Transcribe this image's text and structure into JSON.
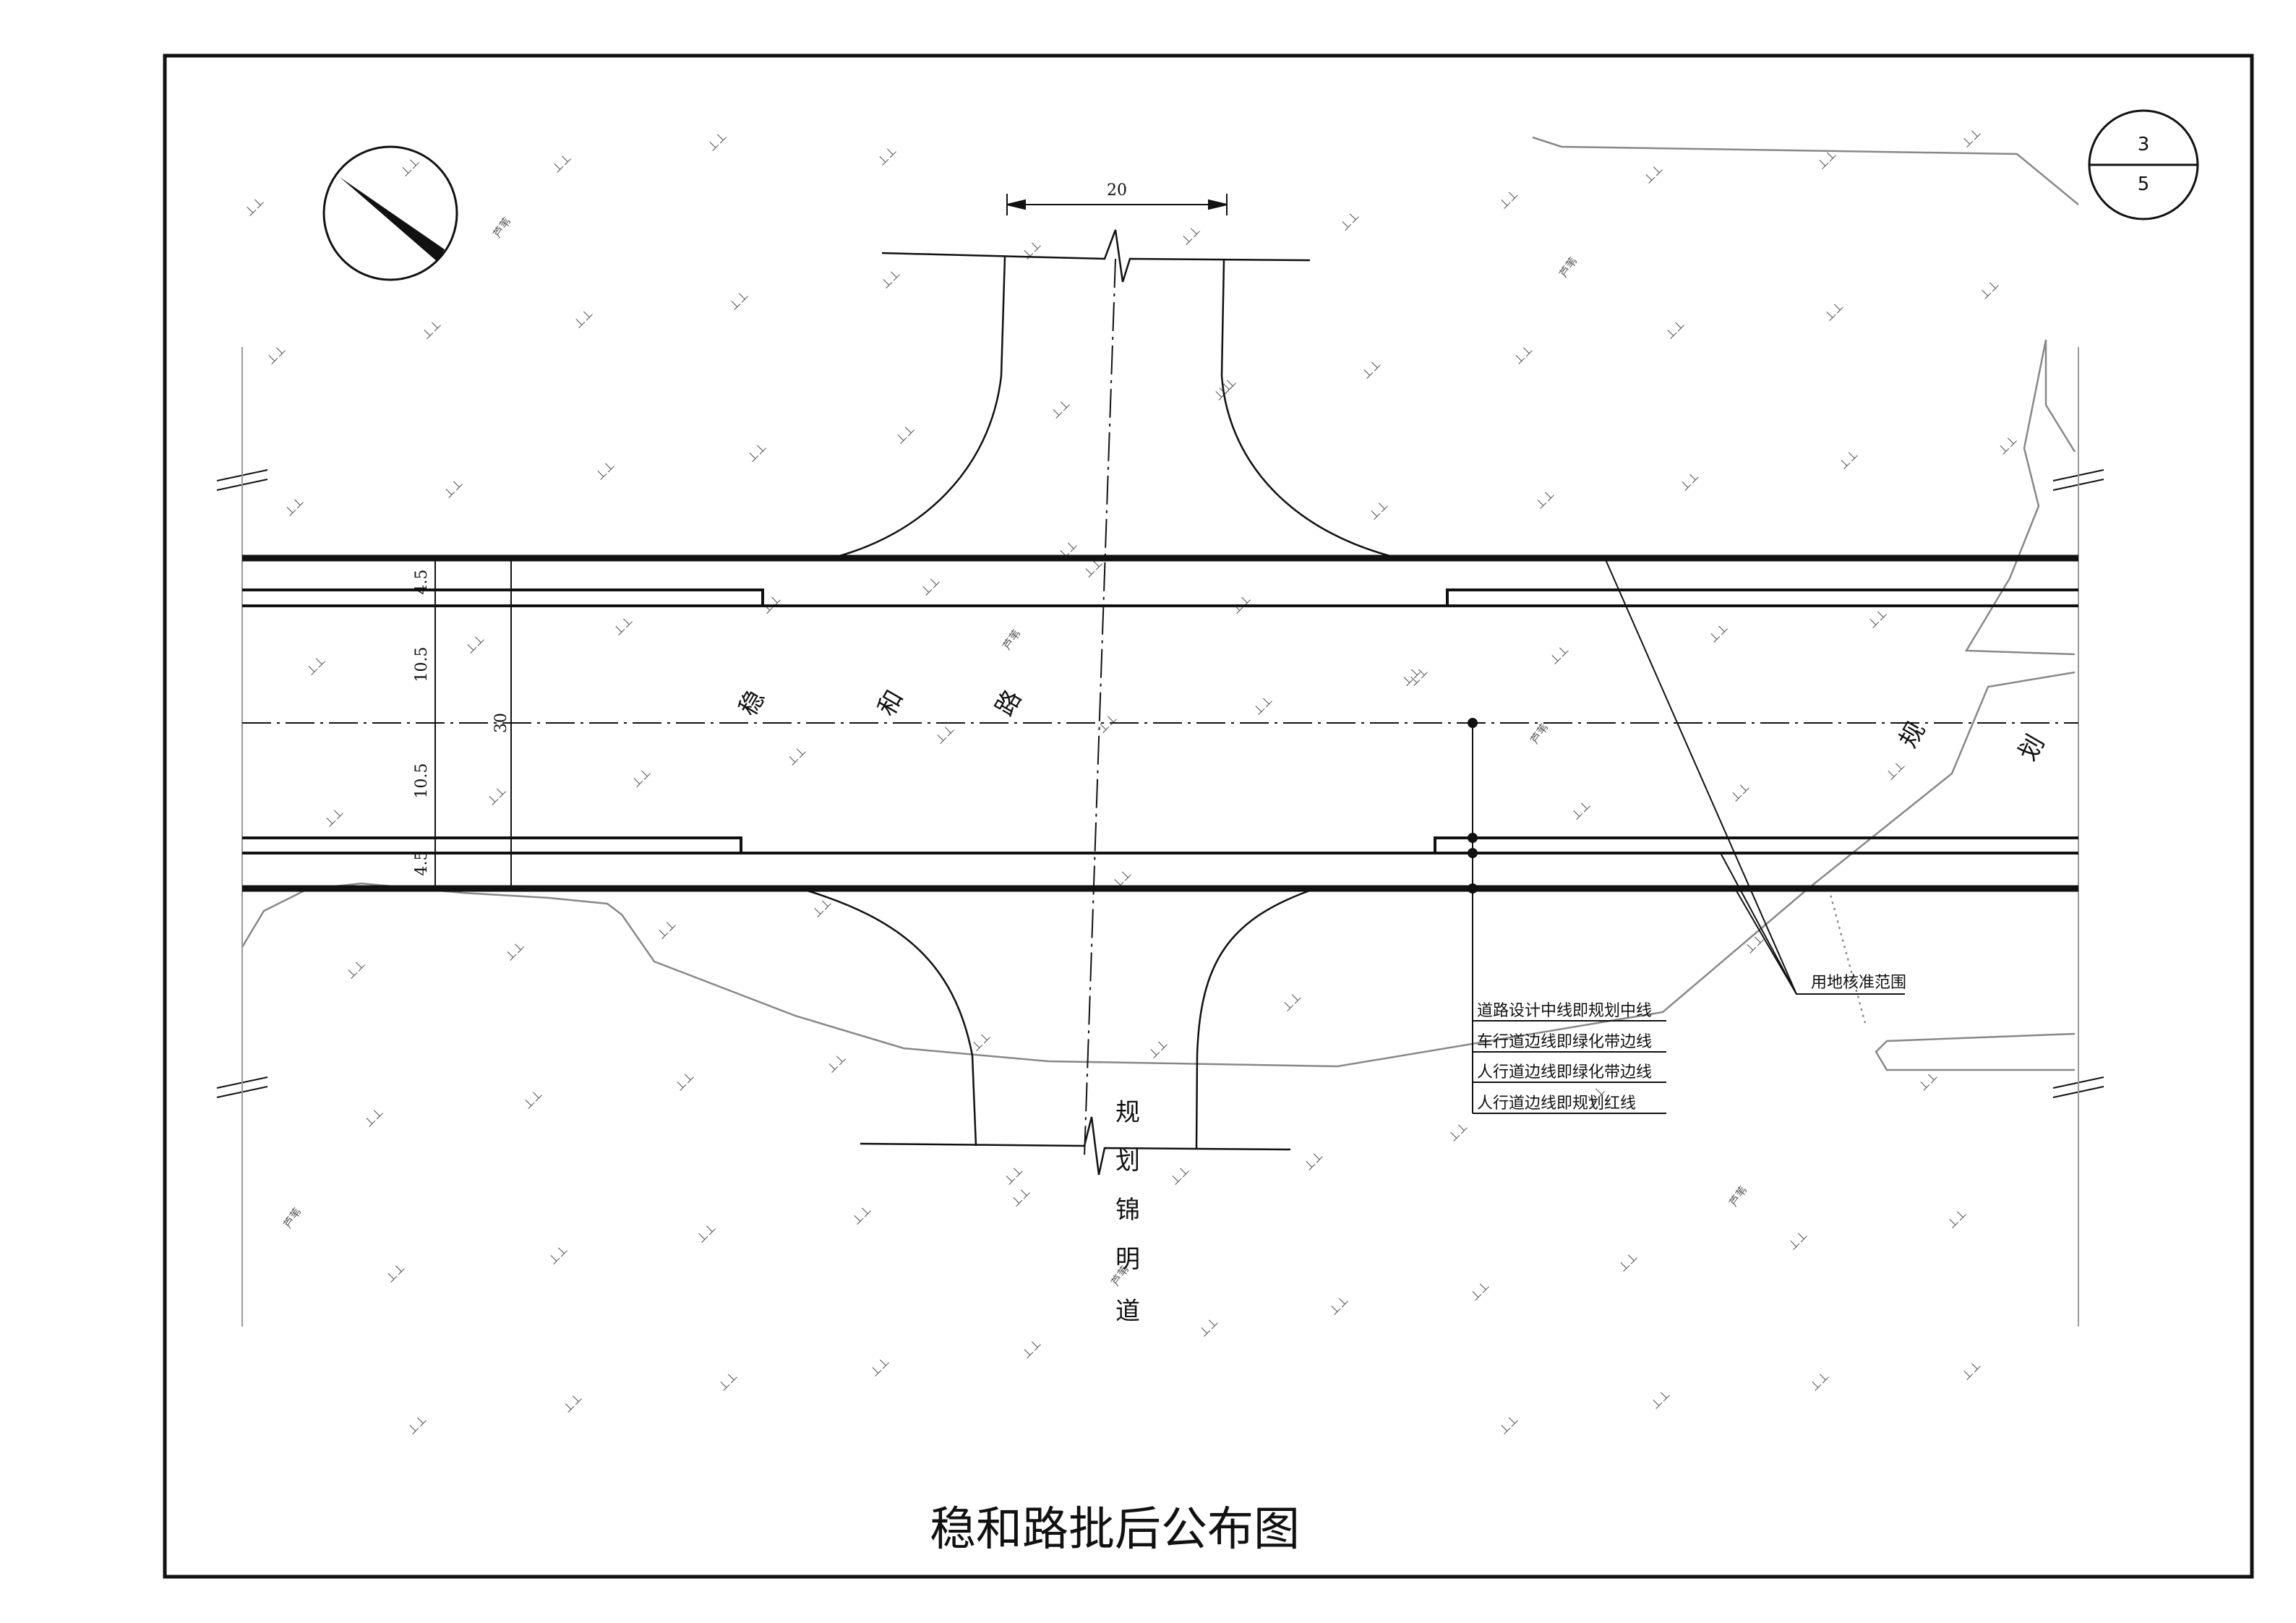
{
  "title": "稳和路批后公布图",
  "sheet": {
    "number": "3",
    "total": "5"
  },
  "roads": {
    "main": {
      "chars": [
        "稳",
        "和",
        "路"
      ]
    },
    "branch_vertical": {
      "chars": [
        "规",
        "划",
        "锦",
        "明",
        "道"
      ]
    },
    "branch_right": {
      "chars": [
        "规",
        "划"
      ]
    }
  },
  "dimensions": {
    "branch_width": "20",
    "total_width": "30",
    "segments": [
      "4.5",
      "10.5",
      "10.5",
      "4.5"
    ]
  },
  "legend": {
    "lines": [
      "道路设计中线即规划中线",
      "车行道边线即绿化带边线",
      "人行道边线即绿化带边线",
      "人行道边线即规划红线"
    ],
    "land_label": "用地核准范围"
  },
  "terrain": {
    "reed_label": "芦苇",
    "marsh_symbol": "⊥⊥"
  },
  "colors": {
    "line": "#111111",
    "terrain_line": "#888888"
  }
}
